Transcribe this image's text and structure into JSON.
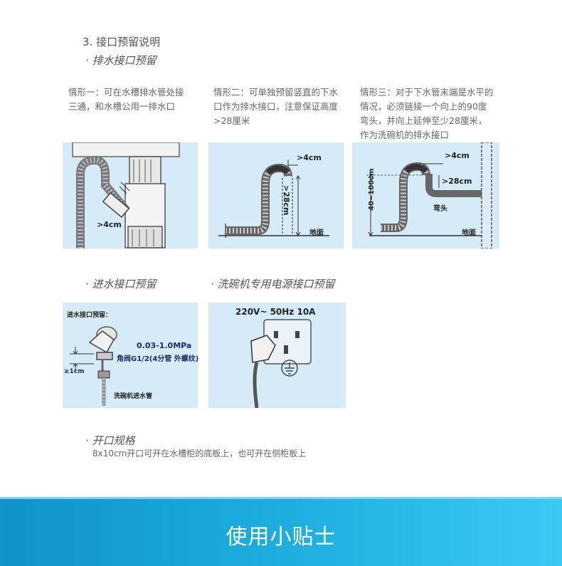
{
  "section_title": "3. 接口预留说明",
  "drain": {
    "title": "· 排水接口预留",
    "case1": "情形一：可在水槽排水管处接三通，和水槽公用一排水口",
    "case2": "情形二：可单独预留竖直的下水口作为排水接口，注意保证高度>28厘米",
    "case3": "情形三：对于下水管末端是水平的情况，必须链接一个向上的90度弯头，并向上延伸至少28厘米，作为洗碗机的排水接口",
    "diagram1_label": ">4cm",
    "diagram2_labels": {
      "top": ">4cm",
      "height": ">28cm",
      "floor": "地面"
    },
    "diagram3_labels": {
      "top": ">4cm",
      "bend_height": ">28cm",
      "range": "40~100cm",
      "elbow": "弯头",
      "floor": "地面"
    }
  },
  "inlet": {
    "title": "· 进水接口预留",
    "label_heading": "进水接口预留：",
    "pressure": "0.03-1.0MPa",
    "valve": "角阀G1/2(4分管 外螺纹)",
    "clearance": "≥1cm",
    "pipe": "洗碗机进水管"
  },
  "power": {
    "title": "· 洗碗机专用电源接口预留",
    "spec": "220V~ 50Hz 10A"
  },
  "opening": {
    "title": "· 开口规格",
    "desc": "8x10cm开口可开在水槽柜的底板上，也可开在侧柜板上"
  },
  "banner": {
    "text": "使用小贴士"
  }
}
